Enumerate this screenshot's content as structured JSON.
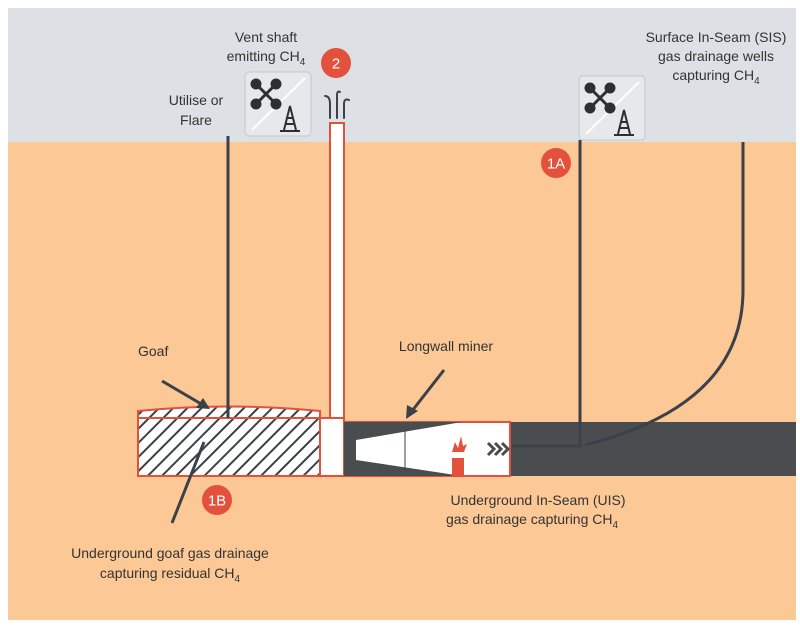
{
  "colors": {
    "sky": "#dde1e5",
    "ground": "#fcc896",
    "seam": "#4a4d50",
    "accent": "#e3503c",
    "line": "#3c4147",
    "text": "#333333"
  },
  "labels": {
    "vent_shaft": {
      "line1": "Vent shaft",
      "line2_main": "emitting CH",
      "line2_sub": "4"
    },
    "utilise": {
      "line1": "Utilise or",
      "line2": "Flare"
    },
    "sis": {
      "line1": "Surface In-Seam (SIS)",
      "line2": "gas drainage wells",
      "line3_main": "capturing CH",
      "line3_sub": "4"
    },
    "goaf": "Goaf",
    "longwall": "Longwall miner",
    "uis": {
      "line1": "Underground In-Seam (UIS)",
      "line2_main": "gas drainage capturing CH",
      "line2_sub": "4"
    },
    "goaf_drainage": {
      "line1": "Underground goaf gas drainage",
      "line2_main": "capturing residual CH",
      "line2_sub": "4"
    }
  },
  "badges": {
    "b2": "2",
    "b1a": "1A",
    "b1b": "1B"
  },
  "icons": {
    "drone": "drone-icon",
    "rig": "drilling-rig-icon",
    "gas": "gas-emission-icon",
    "fire": "fire-icon",
    "chevrons": "chevron-right-icon"
  }
}
